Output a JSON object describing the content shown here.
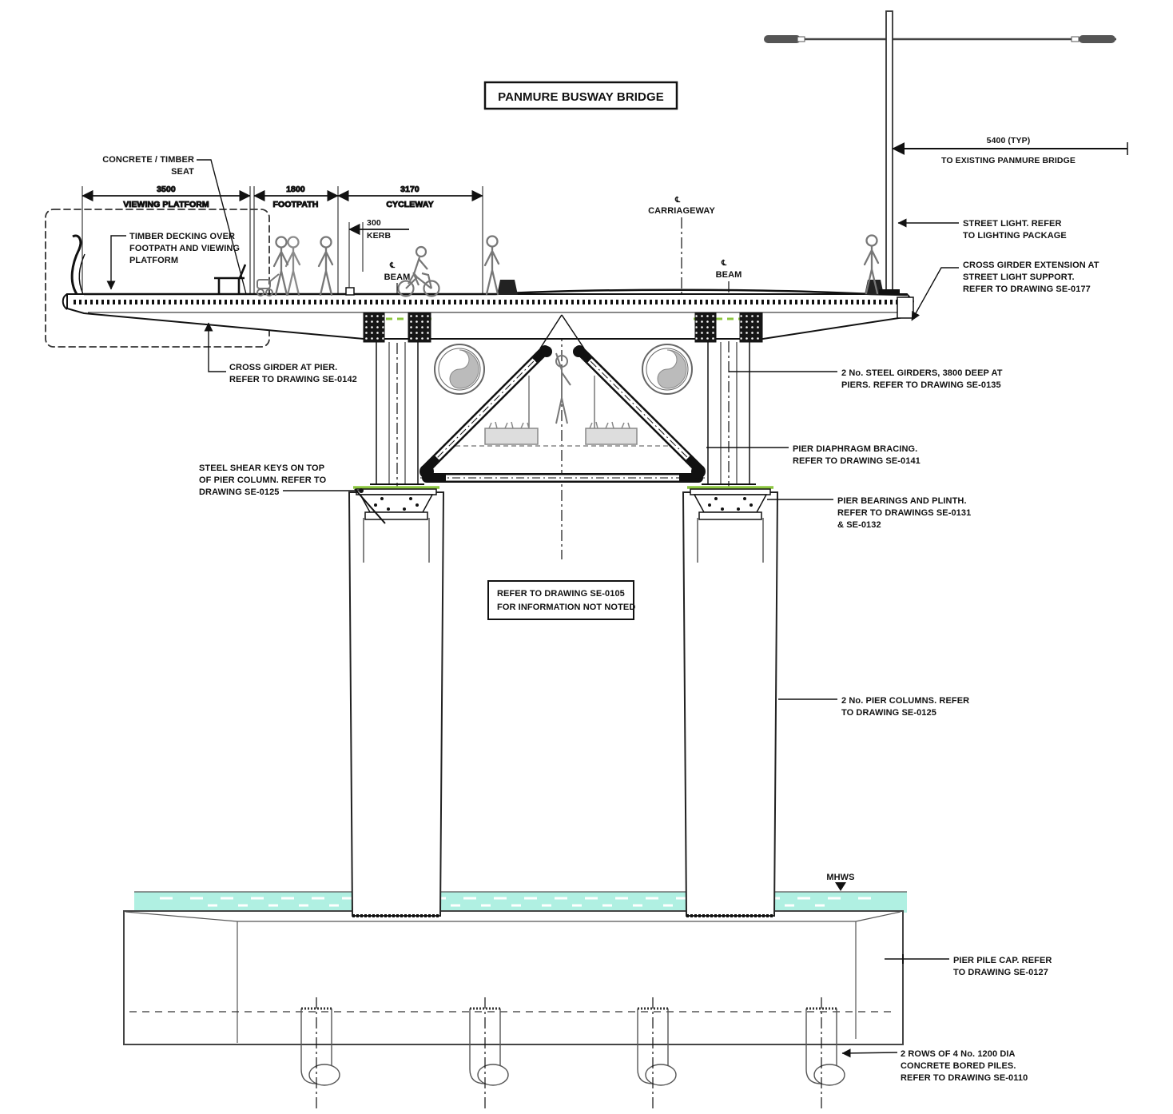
{
  "title": "PANMURE BUSWAY BRIDGE",
  "colors": {
    "water": "#b0f0e2",
    "bearing_green": "#8cc63f",
    "ink": "#111111",
    "figure_gray": "#777777"
  },
  "dimensions": {
    "viewing_platform": {
      "value": "3500",
      "label": "VIEWING PLATFORM"
    },
    "footpath": {
      "value": "1800",
      "label": "FOOTPATH"
    },
    "cycleway": {
      "value": "3170",
      "label": "CYCLEWAY"
    },
    "kerb": {
      "value": "300",
      "label": "KERB"
    },
    "existing_bridge": {
      "value": "5400 (TYP)",
      "label": "TO EXISTING PANMURE BRIDGE"
    }
  },
  "centerlines": {
    "symbol": "℄",
    "carriageway": "CARRIAGEWAY",
    "beam_left": "BEAM",
    "beam_right": "BEAM"
  },
  "water_level_label": "MHWS",
  "note_box": [
    "REFER TO DRAWING SE-0105",
    "FOR INFORMATION NOT NOTED"
  ],
  "callouts": {
    "concrete_timber_seat": [
      "CONCRETE / TIMBER",
      "SEAT"
    ],
    "timber_decking": [
      "TIMBER DECKING OVER",
      "FOOTPATH AND VIEWING",
      "PLATFORM"
    ],
    "cross_girder_pier": [
      "CROSS GIRDER AT PIER.",
      "REFER TO DRAWING SE-0142"
    ],
    "steel_shear_keys": [
      "STEEL SHEAR KEYS ON TOP",
      "OF PIER COLUMN. REFER TO",
      "DRAWING SE-0125"
    ],
    "street_light": [
      "STREET LIGHT. REFER",
      "TO LIGHTING PACKAGE"
    ],
    "cross_girder_extension": [
      "CROSS GIRDER EXTENSION AT",
      "STREET LIGHT SUPPORT.",
      "REFER TO DRAWING SE-0177"
    ],
    "steel_girders": [
      "2 No. STEEL GIRDERS, 3800 DEEP AT",
      "PIERS. REFER TO DRAWING SE-0135"
    ],
    "pier_diaphragm": [
      "PIER DIAPHRAGM BRACING.",
      "REFER TO DRAWING SE-0141"
    ],
    "pier_bearings": [
      "PIER BEARINGS AND PLINTH.",
      "REFER TO DRAWINGS SE-0131",
      "& SE-0132"
    ],
    "pier_columns": [
      "2 No. PIER COLUMNS. REFER",
      "TO DRAWING SE-0125"
    ],
    "pile_cap": [
      "PIER PILE CAP. REFER",
      "TO DRAWING SE-0127"
    ],
    "bored_piles": [
      "2 ROWS OF 4 No. 1200 DIA",
      "CONCRETE BORED PILES.",
      "REFER TO DRAWING SE-0110"
    ]
  }
}
